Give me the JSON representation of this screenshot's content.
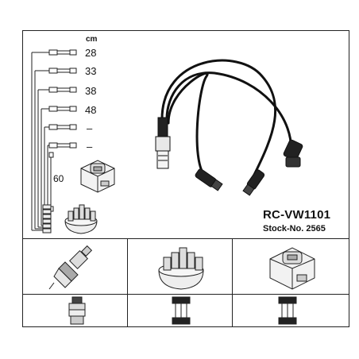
{
  "unit_label": "cm",
  "lengths": [
    "28",
    "33",
    "38",
    "48",
    "–",
    "–"
  ],
  "extra_length": "60",
  "product": {
    "code": "RC-VW1101",
    "stock_label": "Stock-No. 2565"
  },
  "icons": {
    "spark_plug": "spark-plug-icon",
    "distributor_cap": "distributor-cap-icon",
    "ignition_coil": "ignition-coil-icon",
    "plug_boot": "straight-boot-icon",
    "cap_terminal": "cap-terminal-icon",
    "coil_terminal": "coil-terminal-icon"
  }
}
